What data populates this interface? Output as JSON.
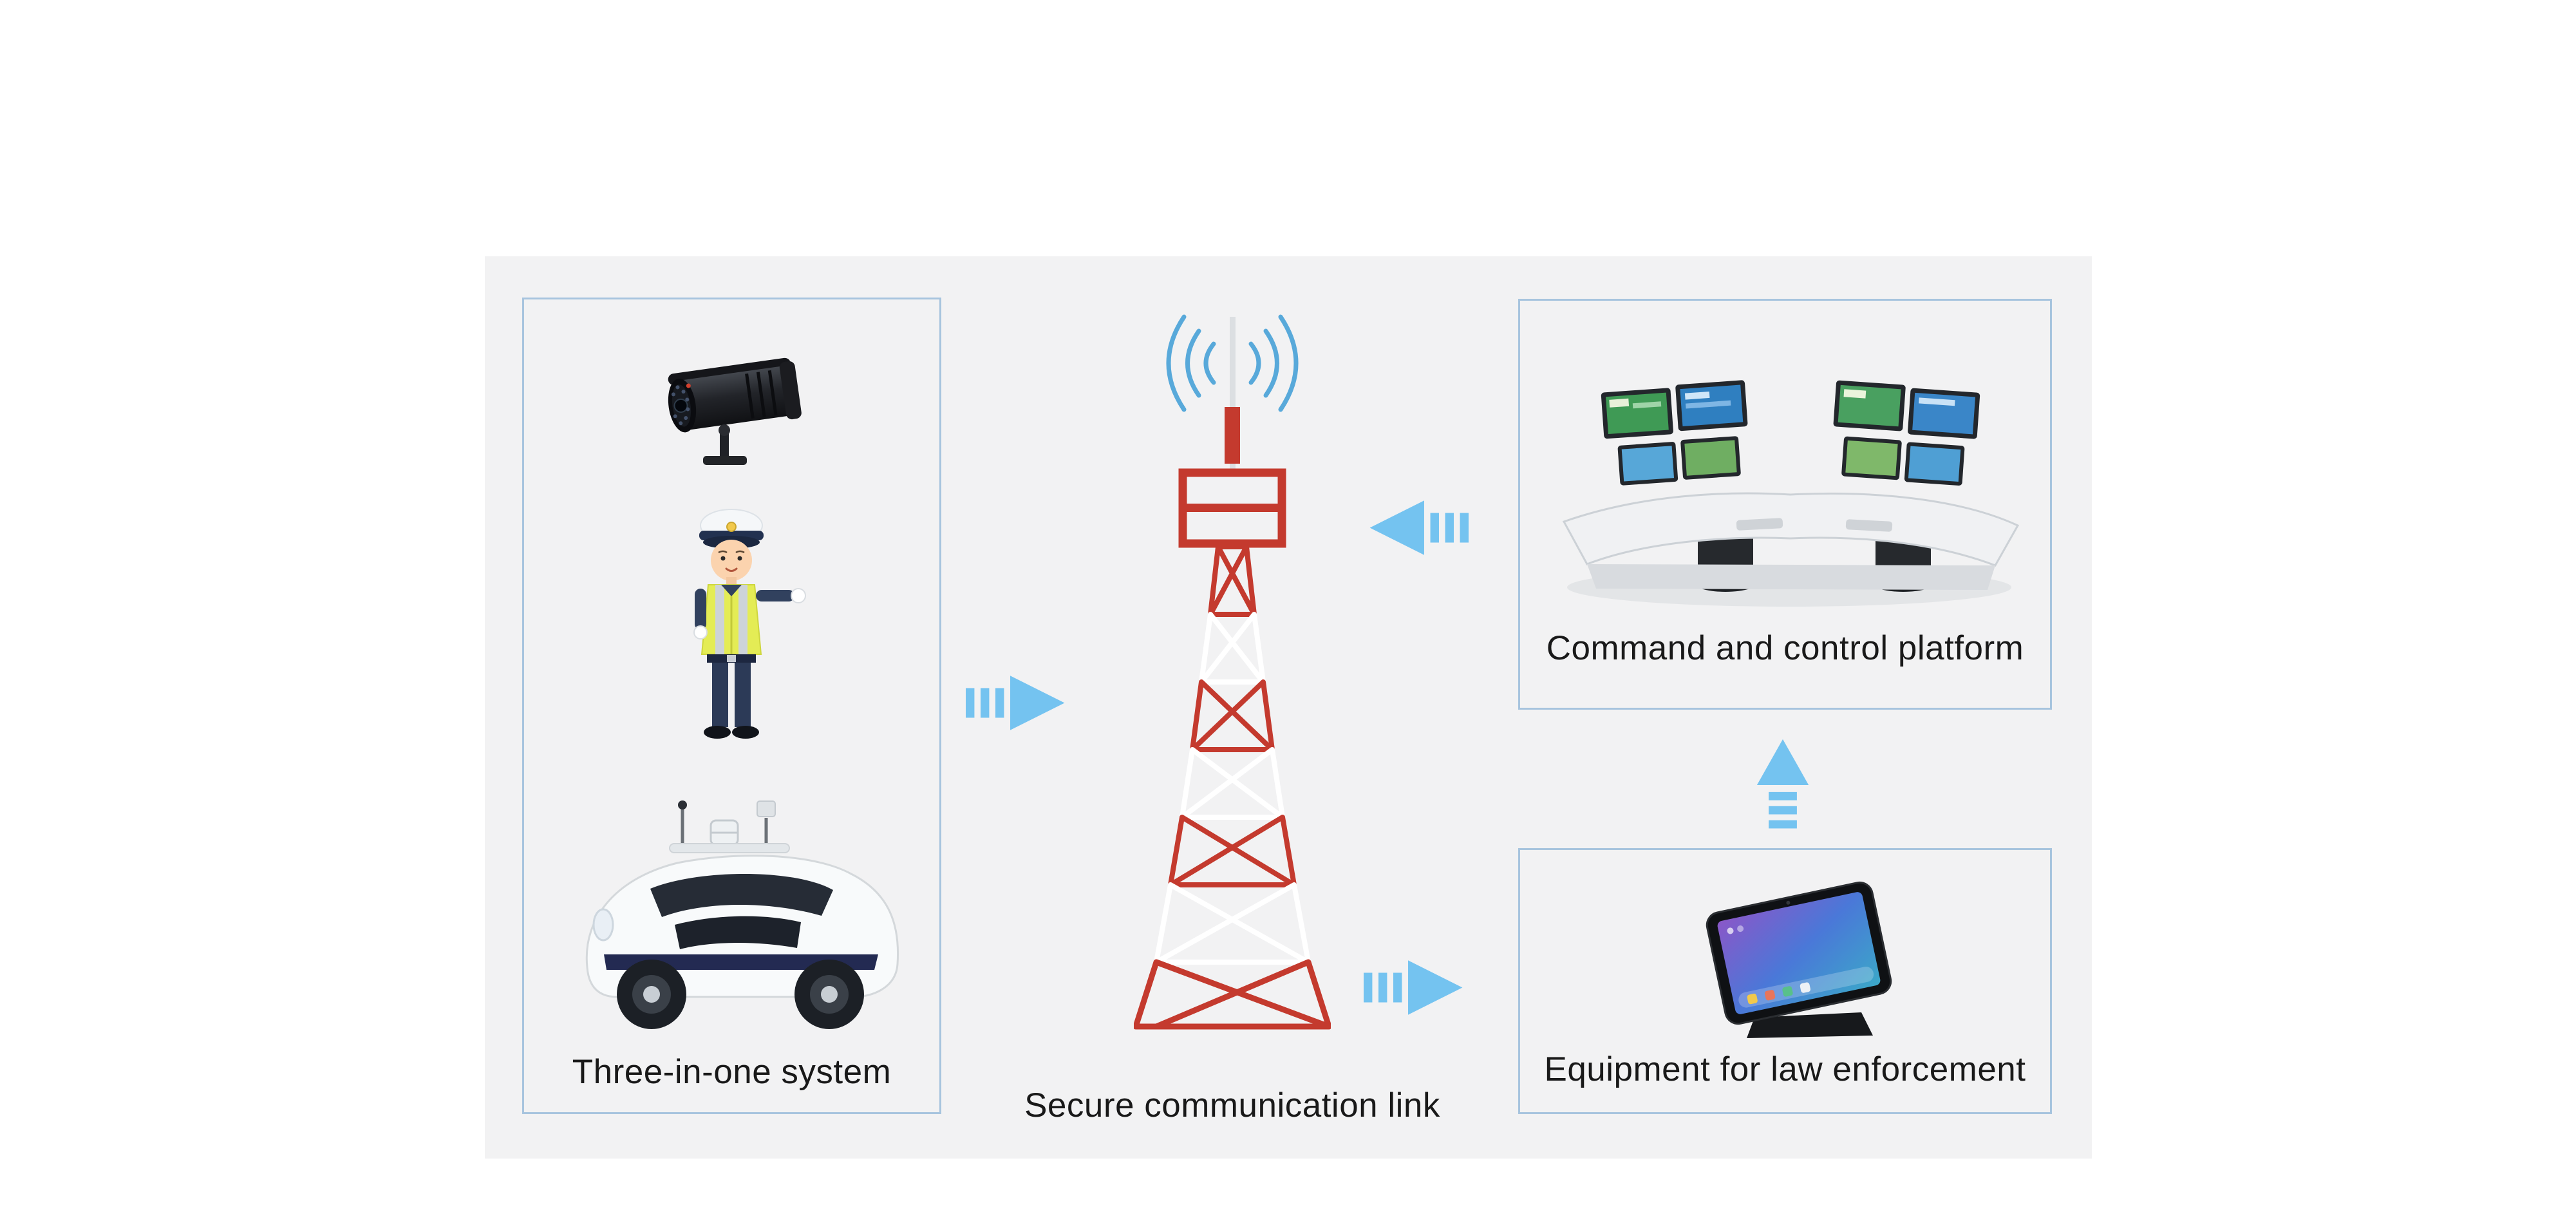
{
  "page": {
    "background": "#ffffff"
  },
  "panel": {
    "background": "#f2f2f3"
  },
  "boxes": {
    "three_in_one": {
      "label": "Three-in-one system",
      "items": [
        "surveillance-camera",
        "traffic-police-officer",
        "autonomous-patrol-vehicle"
      ]
    },
    "command": {
      "label": "Command and control platform",
      "items": [
        "control-room-workstations"
      ]
    },
    "equipment": {
      "label": "Equipment for law enforcement",
      "items": [
        "law-enforcement-tablet"
      ]
    }
  },
  "tower": {
    "label": "Secure communication link",
    "icon": "communication-tower",
    "signal_icon": "radio-signal-waves"
  },
  "connections": [
    {
      "from": "three_in_one",
      "to": "tower",
      "direction": "right"
    },
    {
      "from": "command",
      "to": "tower",
      "direction": "left"
    },
    {
      "from": "tower",
      "to": "equipment",
      "direction": "right"
    },
    {
      "from": "equipment",
      "to": "command",
      "direction": "up"
    }
  ],
  "colors": {
    "page_bg": "#ffffff",
    "panel_bg": "#f2f2f3",
    "box_border": "#a7c4de",
    "text": "#191919",
    "tower_red": "#c43a2e",
    "tower_white": "#ffffff",
    "arrow_blue": "#74c3f0",
    "signal_blue": "#58a9da"
  }
}
